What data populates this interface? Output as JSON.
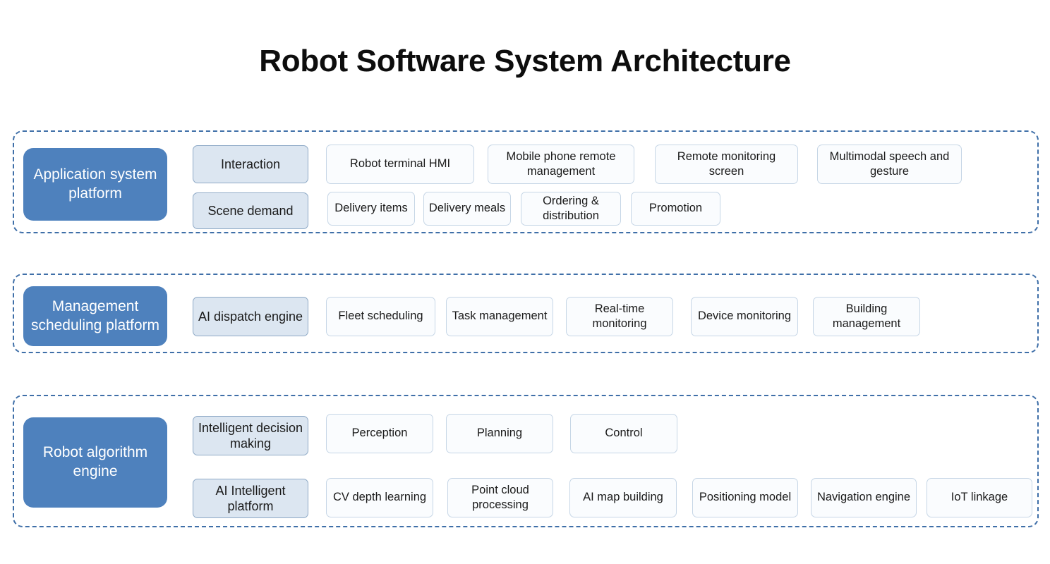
{
  "title": "Robot Software System Architecture",
  "colors": {
    "platform_fill": "#4E81BD",
    "platform_text": "#FFFFFF",
    "category_fill": "#DCE6F1",
    "category_border": "#8EA9C6",
    "item_fill": "#FAFCFE",
    "item_border": "#C6D6E6",
    "section_border": "#3F6FA8",
    "background": "#FFFFFF"
  },
  "sections": [
    {
      "id": "application-system-platform",
      "platform_label": "Application system platform",
      "rows": [
        {
          "category": "Interaction",
          "items": [
            "Robot terminal HMI",
            "Mobile phone remote management",
            "Remote monitoring screen",
            "Multimodal speech and gesture"
          ]
        },
        {
          "category": "Scene demand",
          "items": [
            "Delivery items",
            "Delivery meals",
            "Ordering & distribution",
            "Promotion"
          ]
        }
      ]
    },
    {
      "id": "management-scheduling-platform",
      "platform_label": "Management scheduling platform",
      "rows": [
        {
          "category": "AI dispatch engine",
          "items": [
            "Fleet scheduling",
            "Task management",
            "Real-time monitoring",
            "Device monitoring",
            "Building management"
          ]
        }
      ]
    },
    {
      "id": "robot-algorithm-engine",
      "platform_label": "Robot algorithm engine",
      "rows": [
        {
          "category": "Intelligent decision making",
          "items": [
            "Perception",
            "Planning",
            "Control"
          ]
        },
        {
          "category": "AI Intelligent platform",
          "items": [
            "CV depth learning",
            "Point cloud processing",
            "AI map building",
            "Positioning model",
            "Navigation engine",
            "IoT linkage"
          ]
        }
      ]
    }
  ]
}
